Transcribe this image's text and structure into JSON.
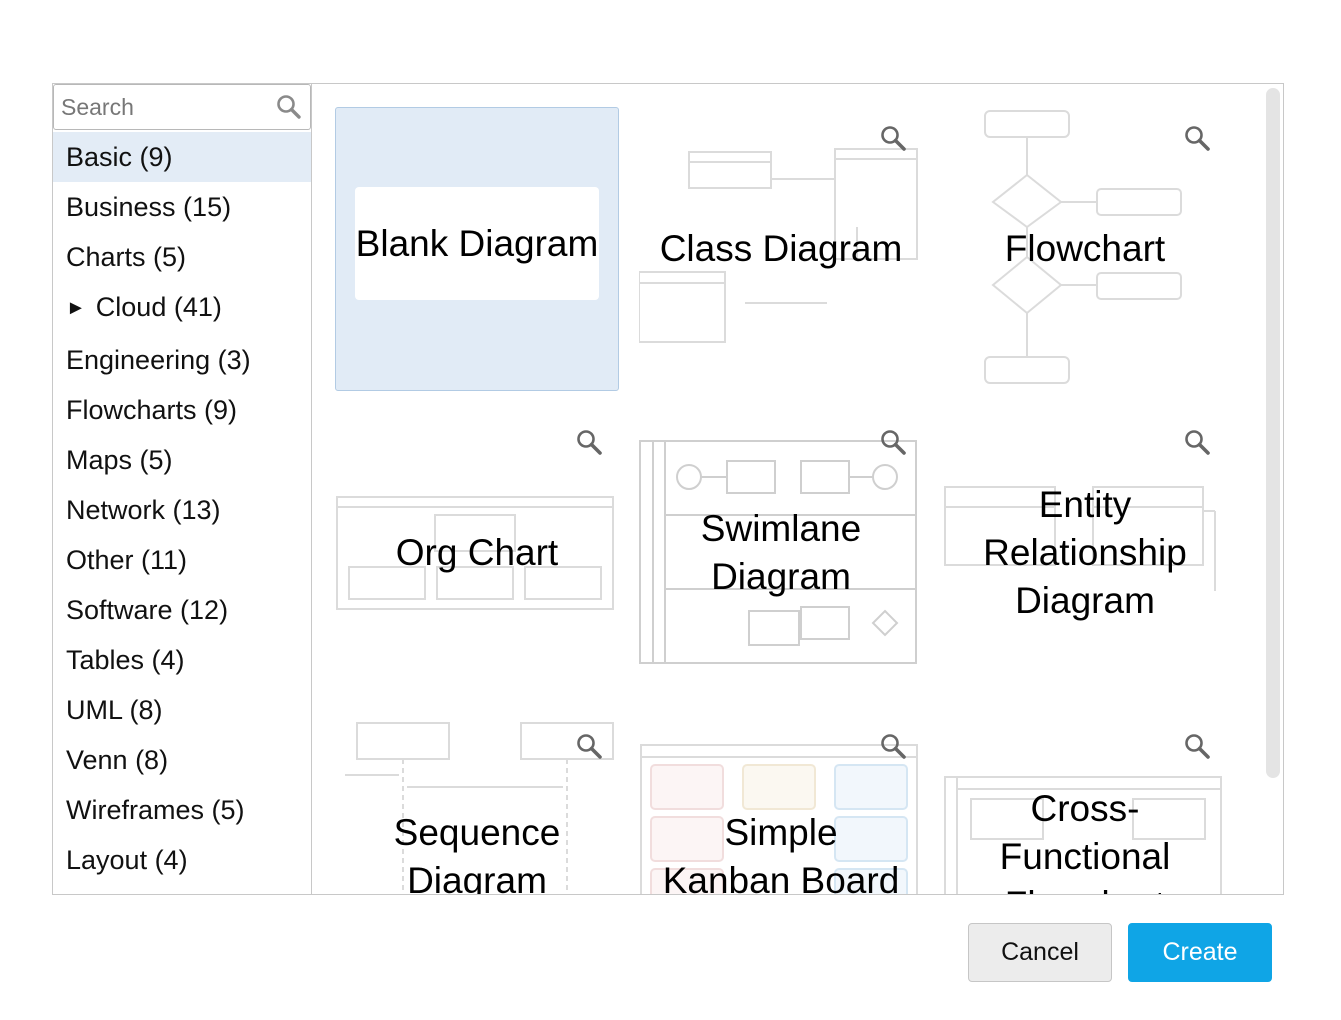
{
  "search": {
    "placeholder": "Search"
  },
  "categories": [
    {
      "label": "Basic (9)",
      "selected": true
    },
    {
      "label": "Business (15)"
    },
    {
      "label": "Charts (5)"
    },
    {
      "label": "Cloud (41)",
      "expandable": true,
      "arrow": "►"
    },
    {
      "label": "Engineering (3)"
    },
    {
      "label": "Flowcharts (9)"
    },
    {
      "label": "Maps (5)"
    },
    {
      "label": "Network (13)"
    },
    {
      "label": "Other (11)"
    },
    {
      "label": "Software (12)"
    },
    {
      "label": "Tables (4)"
    },
    {
      "label": "UML (8)"
    },
    {
      "label": "Venn (8)"
    },
    {
      "label": "Wireframes (5)"
    },
    {
      "label": "Layout (4)"
    }
  ],
  "templates": [
    {
      "label": "Blank Diagram",
      "selected": true
    },
    {
      "label": "Class Diagram"
    },
    {
      "label": "Flowchart"
    },
    {
      "label": "Org Chart"
    },
    {
      "label": "Swimlane Diagram"
    },
    {
      "label": "Entity Relationship Diagram"
    },
    {
      "label": "Sequence Diagram"
    },
    {
      "label": "Simple Kanban Board"
    },
    {
      "label": "Cross-Functional Flowchart"
    }
  ],
  "buttons": {
    "cancel": "Cancel",
    "create": "Create"
  },
  "colors": {
    "accent": "#0fa5e6",
    "selected_bg": "#e1ebf6",
    "border": "#c8c8c8"
  },
  "icons": {
    "search": "search-icon",
    "zoom": "magnifier-icon",
    "expand": "triangle-right-icon"
  }
}
